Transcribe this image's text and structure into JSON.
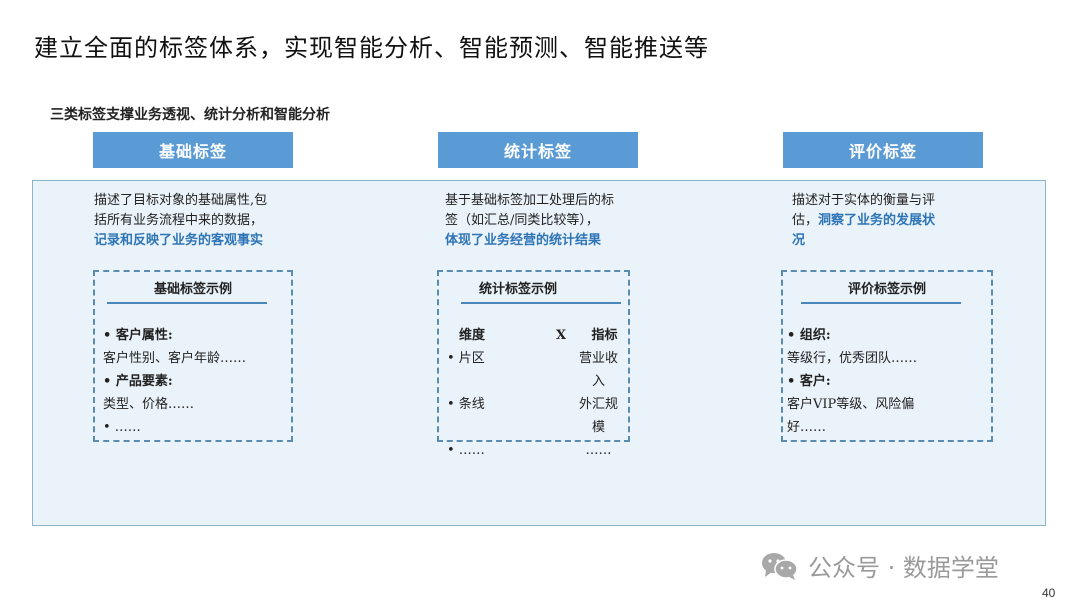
{
  "title": "建立全面的标签体系，实现智能分析、智能预测、智能推送等",
  "subtitle": "三类标签支撑业务透视、统计分析和智能分析",
  "columns": [
    {
      "header": "基础标签",
      "desc_lines": [
        "描述了目标对象的基础属性,包",
        "括所有业务流程中来的数据，"
      ],
      "desc_highlight": "记录和反映了业务的客观事实",
      "example_title": "基础标签示例",
      "items": [
        {
          "bold": "• 客户属性:",
          "text": "客户性别、客户年龄……"
        },
        {
          "bold": "• 产品要素:",
          "text": "类型、价格……"
        }
      ],
      "more": "• ……"
    },
    {
      "header": "统计标签",
      "desc_lines": [
        "基于基础标签加工处理后的标",
        "签（如汇总/同类比较等），"
      ],
      "desc_highlight": "体现了业务经营的统计结果",
      "example_title": "统计标签示例",
      "matrix": {
        "head": [
          "维度",
          "X",
          "指标"
        ],
        "rows": [
          [
            "• 片区",
            "",
            "营业收入"
          ],
          [
            "• 条线",
            "",
            "外汇规模"
          ],
          [
            "• ……",
            "",
            "……"
          ]
        ]
      }
    },
    {
      "header": "评价标签",
      "desc_prefix_lines": [
        "描述对于实体的衡量与评",
        "估，"
      ],
      "desc_highlight_a": "洞察了业务的发展状",
      "desc_highlight_b": "况",
      "example_title": "评价标签示例",
      "items": [
        {
          "bold": "• 组织:",
          "text": "等级行，优秀团队……"
        },
        {
          "bold": "• 客户:",
          "text": "客户VIP等级、风险偏",
          "text2": "好……"
        }
      ]
    }
  ],
  "footer": {
    "icon": "wechat-icon",
    "text": "公众号 · 数据学堂"
  },
  "page_number": "40",
  "colors": {
    "header_bg": "#5b9bd5",
    "panel_bg": "#eaf2fa",
    "highlight": "#2e75b6",
    "dashed_border": "#5a8bb0"
  }
}
